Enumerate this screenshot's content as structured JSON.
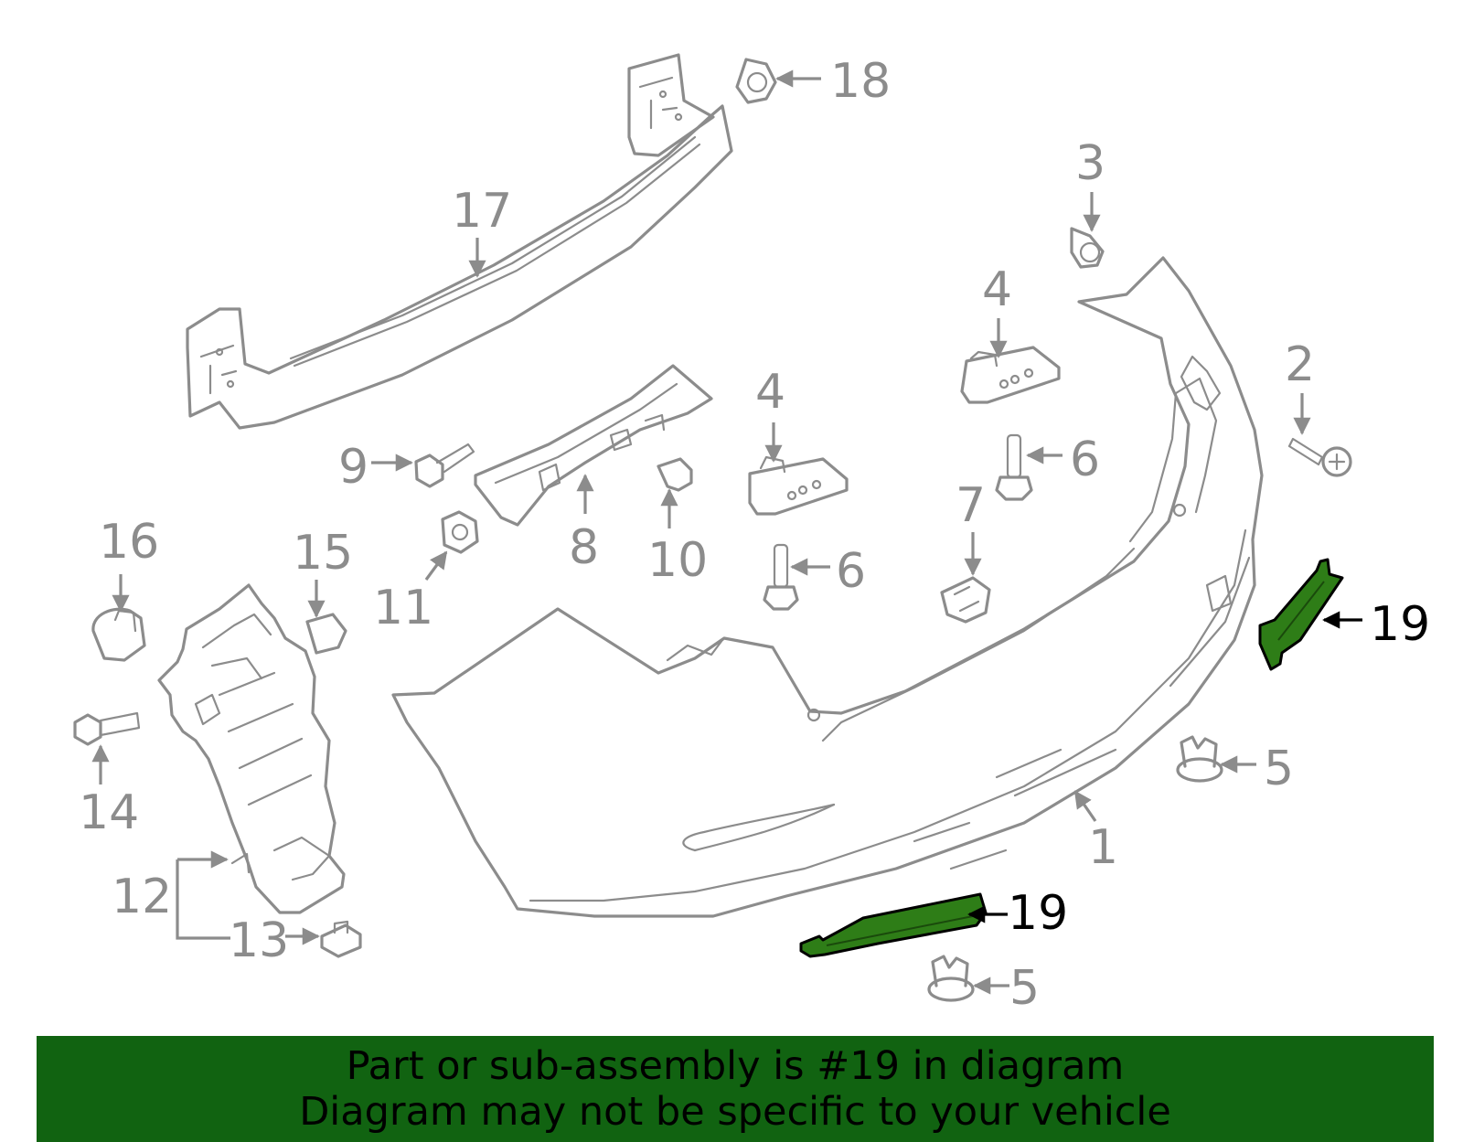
{
  "callouts": {
    "c1": "1",
    "c2": "2",
    "c3": "3",
    "c4a": "4",
    "c4b": "4",
    "c5a": "5",
    "c5b": "5",
    "c6a": "6",
    "c6b": "6",
    "c7": "7",
    "c8": "8",
    "c9": "9",
    "c10": "10",
    "c11": "11",
    "c12": "12",
    "c13": "13",
    "c14": "14",
    "c15": "15",
    "c16": "16",
    "c17": "17",
    "c18": "18",
    "c19a": "19",
    "c19b": "19"
  },
  "highlight": {
    "part_number": "19",
    "color": "#2e7d17",
    "banner_color": "#116311"
  },
  "banner": {
    "line1": "Part or sub-assembly is #19 in diagram",
    "line2": "Diagram may not be specific to your vehicle"
  }
}
